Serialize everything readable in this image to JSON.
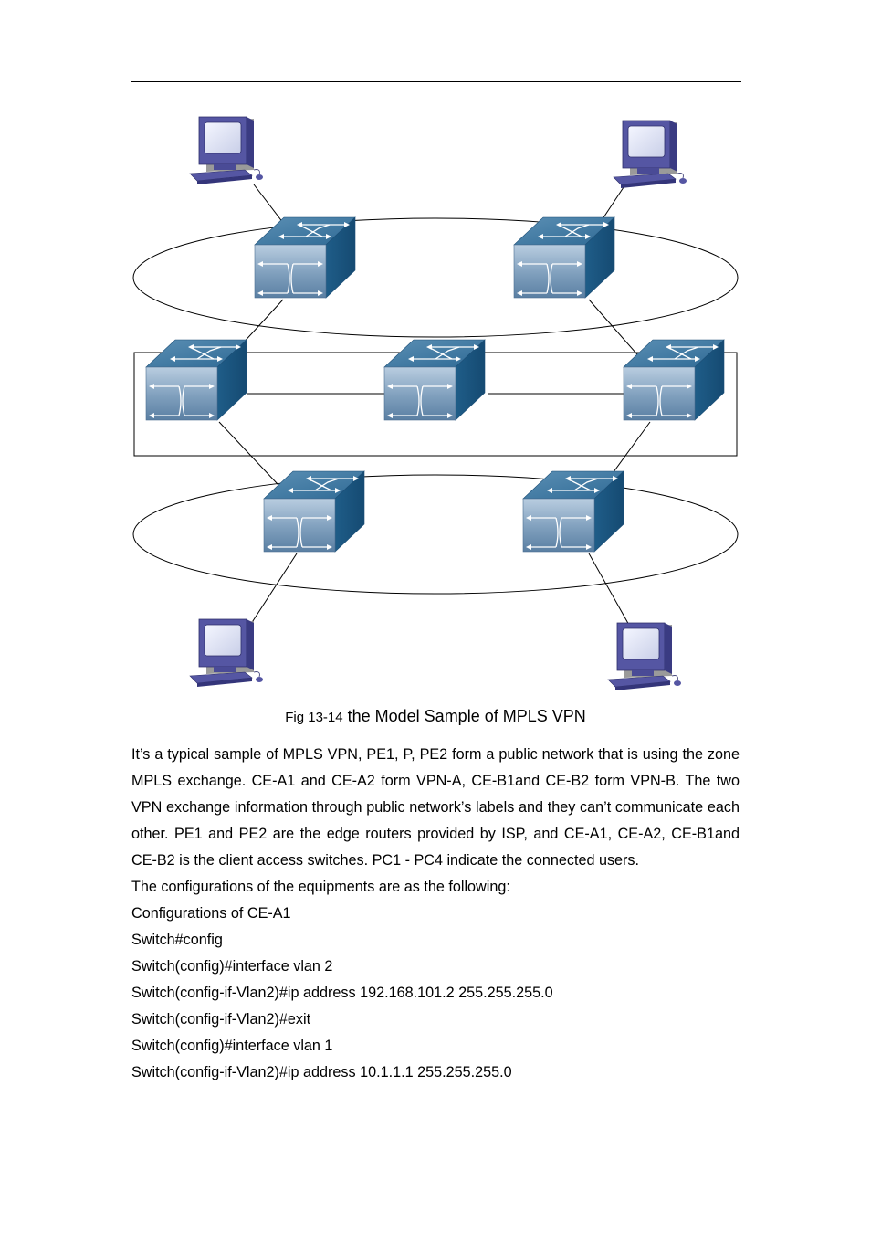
{
  "figure": {
    "caption_number": "Fig 13-14",
    "caption_text": "the Model Sample of MPLS VPN",
    "nodes": [
      {
        "id": "pc-top-left",
        "kind": "pc"
      },
      {
        "id": "pc-top-right",
        "kind": "pc"
      },
      {
        "id": "switch-ce-top-left",
        "kind": "switch"
      },
      {
        "id": "switch-ce-top-right",
        "kind": "switch"
      },
      {
        "id": "switch-pe1",
        "kind": "switch"
      },
      {
        "id": "switch-p",
        "kind": "switch"
      },
      {
        "id": "switch-pe2",
        "kind": "switch"
      },
      {
        "id": "switch-ce-bottom-left",
        "kind": "switch"
      },
      {
        "id": "switch-ce-bottom-right",
        "kind": "switch"
      },
      {
        "id": "pc-bottom-left",
        "kind": "pc"
      },
      {
        "id": "pc-bottom-right",
        "kind": "pc"
      }
    ]
  },
  "paragraph": "It’s a typical sample of MPLS VPN, PE1, P, PE2 form a public network that is using the zone MPLS exchange. CE-A1 and CE-A2 form VPN-A, CE-B1and CE-B2 form VPN-B. The two VPN exchange information through public network’s labels and they can’t communicate each other. PE1 and PE2 are the edge routers provided by ISP, and CE-A1, CE-A2, CE-B1and CE-B2 is the client access switches. PC1 - PC4 indicate the connected users.",
  "lines": [
    "The configurations of the equipments are as the following:",
    "Configurations of CE-A1",
    "Switch#config",
    "Switch(config)#interface vlan 2",
    "Switch(config-if-Vlan2)#ip address 192.168.101.2 255.255.255.0",
    "Switch(config-if-Vlan2)#exit",
    "Switch(config)#interface vlan 1",
    "Switch(config-if-Vlan2)#ip address 10.1.1.1 255.255.255.0"
  ]
}
